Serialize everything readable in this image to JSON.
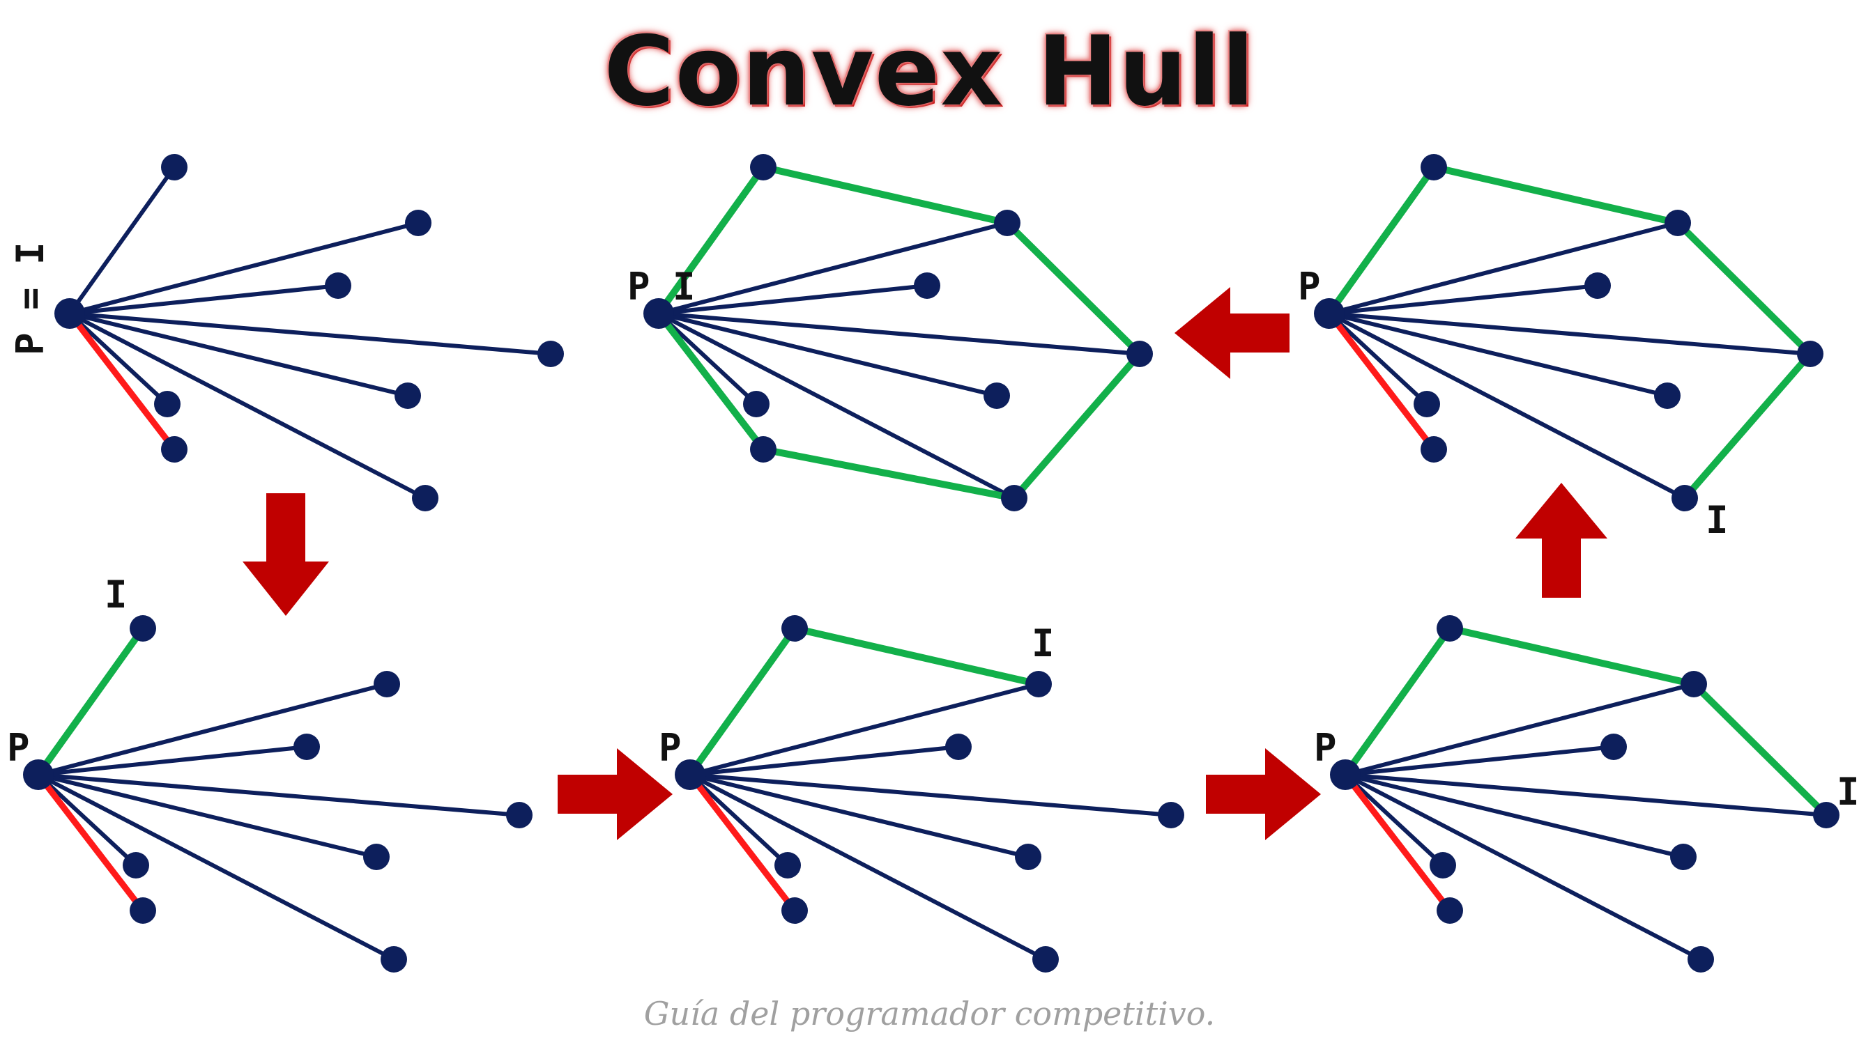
{
  "title": "Convex Hull",
  "footer": "Guía del programador competitivo.",
  "colors": {
    "point": "#0d1f5c",
    "spoke": "#0d1f5c",
    "reference_edge": "#ff1a1a",
    "hull_edge": "#12b04a",
    "arrow": "#c00000",
    "title_glow": "#e06060"
  },
  "labels": {
    "pivot_first": "P = I",
    "pivot": "P",
    "current": "I"
  },
  "panels": [
    {
      "id": "step-1",
      "pivot_label": "P = I",
      "current_label": "",
      "hull_path": [],
      "next_arrow": "down"
    },
    {
      "id": "step-2",
      "pivot_label": "P",
      "current_label": "I",
      "hull_path": [
        0,
        1
      ],
      "next_arrow": "right"
    },
    {
      "id": "step-3",
      "pivot_label": "P",
      "current_label": "I",
      "hull_path": [
        0,
        1,
        2
      ],
      "next_arrow": "right"
    },
    {
      "id": "step-4",
      "pivot_label": "P",
      "current_label": "I",
      "hull_path": [
        0,
        1,
        2,
        3
      ],
      "next_arrow": "up"
    },
    {
      "id": "step-5",
      "pivot_label": "P",
      "current_label": "I",
      "hull_path": [
        0,
        1,
        2,
        3,
        4
      ],
      "next_arrow": "left"
    },
    {
      "id": "step-6",
      "pivot_label": "P",
      "current_label": "I",
      "hull_path": [
        0,
        1,
        2,
        3,
        4,
        5,
        6
      ],
      "next_arrow": ""
    }
  ]
}
